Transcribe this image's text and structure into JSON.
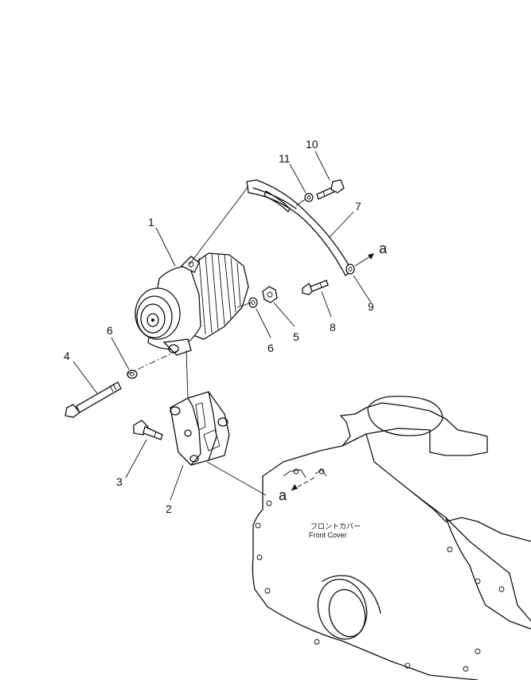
{
  "callouts": {
    "c1": "1",
    "c2": "2",
    "c3": "3",
    "c4": "4",
    "c5": "5",
    "c6a": "6",
    "c6b": "6",
    "c7": "7",
    "c8": "8",
    "c9": "9",
    "c10": "10",
    "c11": "11"
  },
  "markers": {
    "a_top": "a",
    "a_bottom": "a"
  },
  "front_cover": {
    "label_jp": "フロントカバー",
    "label_en": "Front Cover"
  }
}
